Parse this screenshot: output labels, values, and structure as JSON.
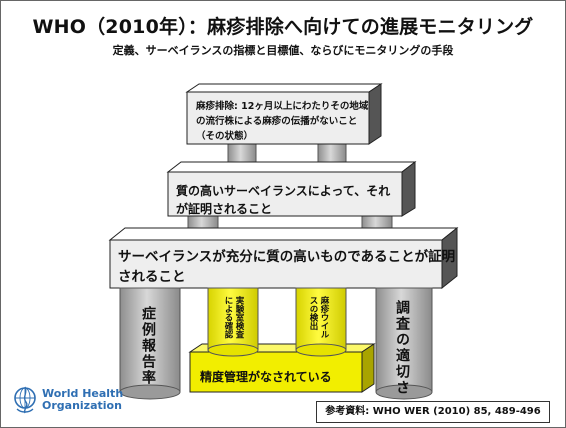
{
  "header": {
    "title": "WHO（2010年）：麻疹排除へ向けての進展モニタリング",
    "subtitle": "定義、サーベイランスの指標と目標値、ならびにモニタリングの手段"
  },
  "diagram": {
    "top_block": "麻疹排除: 12ヶ月以上にわたりその地域の流行株による麻疹の伝播がないこと（その状態）",
    "middle_block": "質の高いサーベイランスによって、それが証明されること",
    "bottom_block": "サーベイランスが充分に質の高いものであることが証明されること",
    "left_pillar": "症例報告率",
    "right_pillar": "調査の適切さ",
    "yellow_cylinder_1": "実験室検査による確認",
    "yellow_cylinder_2": "麻疹ウイルスの検出",
    "yellow_base": "精度管理がなされている"
  },
  "footer": {
    "reference": "参考資料: WHO WER (2010) 85, 489-496",
    "org_name_line1": "World Health",
    "org_name_line2": "Organization"
  },
  "colors": {
    "block_fill": "#eeeeee",
    "cylinder_gray": "#b0b0b0",
    "yellow": "#f2ee00",
    "who_blue": "#2f6fb3"
  }
}
